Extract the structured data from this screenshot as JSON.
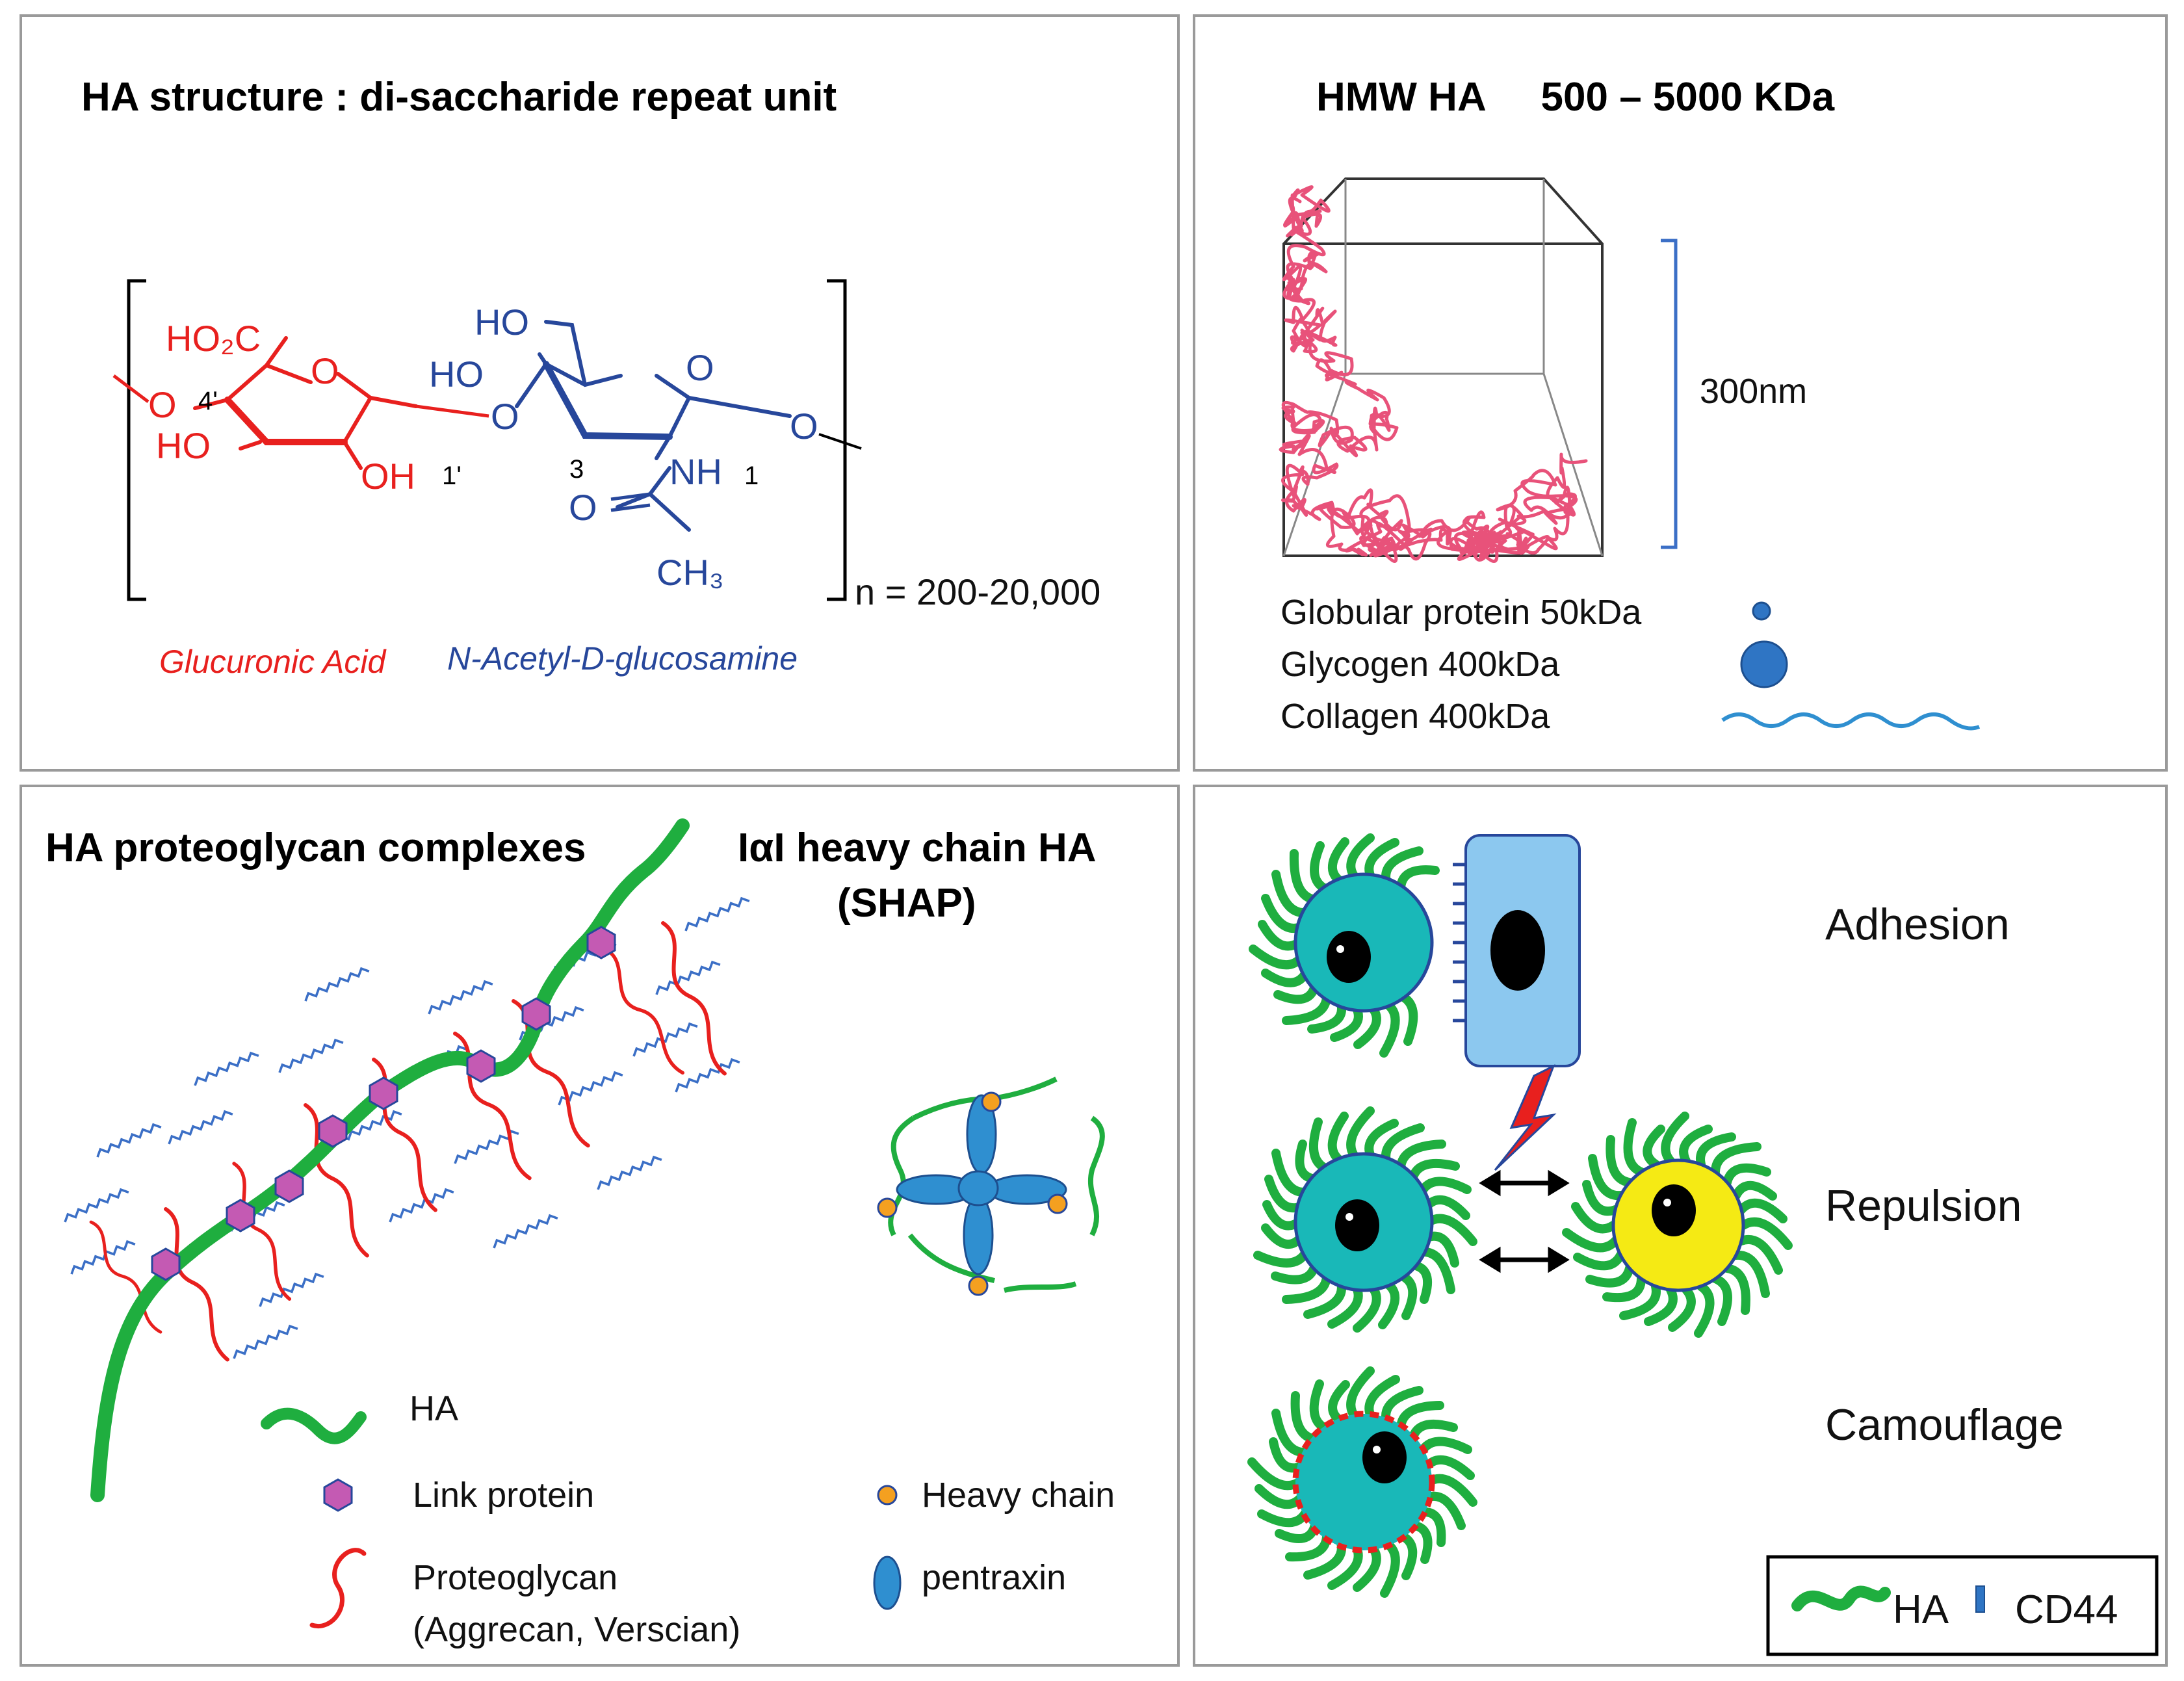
{
  "panels": {
    "structure": {
      "title": "HA structure : di-saccharide repeat unit",
      "atoms": {
        "ho2c": "HO₂C",
        "ho_top": "HO",
        "ho_mid": "HO",
        "o_ring1": "O",
        "o_ring2": "O",
        "o_left": "O",
        "o_link": "O",
        "o_right": "O",
        "ho_left": "HO",
        "oh": "OH",
        "nh": "NH",
        "o_carbonyl": "O",
        "ch3": "CH₃",
        "pos_4p": "4'",
        "pos_1p": "1'",
        "pos_3": "3",
        "pos_1": "1"
      },
      "repeat": "n  = 200-20,000",
      "name_red": "Glucuronic Acid",
      "name_blue": "N-Acetyl-D-glucosamine"
    },
    "hmw": {
      "title": "HMW HA     500 – 5000 KDa",
      "scale_label": "300nm",
      "legend": [
        {
          "label": "Globular protein 50kDa",
          "icon": "small-dot-icon"
        },
        {
          "label": "Glycogen 400kDa",
          "icon": "large-dot-icon"
        },
        {
          "label": "Collagen 400kDa",
          "icon": "wavy-line-icon"
        }
      ]
    },
    "proteoglycan": {
      "title": "HA proteoglycan complexes",
      "shap_title_1": "IαI heavy chain HA",
      "shap_title_2": "(SHAP)",
      "legend": [
        {
          "label": "HA",
          "icon": "ha-strand-icon"
        },
        {
          "label": "Link protein",
          "icon": "hexagon-icon"
        },
        {
          "label": "Proteoglycan",
          "label2": "(Aggrecan, Verscian)",
          "icon": "proteoglycan-icon"
        }
      ],
      "legend_right": [
        {
          "label": "Heavy chain",
          "icon": "orange-dot-icon"
        },
        {
          "label": "pentraxin",
          "icon": "blue-ellipse-icon"
        }
      ]
    },
    "cells": {
      "labels": [
        "Adhesion",
        "Repulsion",
        "Camouflage"
      ],
      "key": {
        "ha": "HA",
        "cd44": "CD44"
      }
    }
  },
  "colors": {
    "ha_green": "#1fae3f",
    "red": "#e8201e",
    "blue": "#27479b",
    "link_pink": "#c45ab3",
    "cyan_cell": "#19b8b8",
    "yellow_cell": "#f5ea14",
    "light_blue_cell": "#8cc8ef",
    "pentraxin": "#2f8fd0",
    "heavy_chain": "#f4a020",
    "hmw_red": "#e8527a"
  }
}
